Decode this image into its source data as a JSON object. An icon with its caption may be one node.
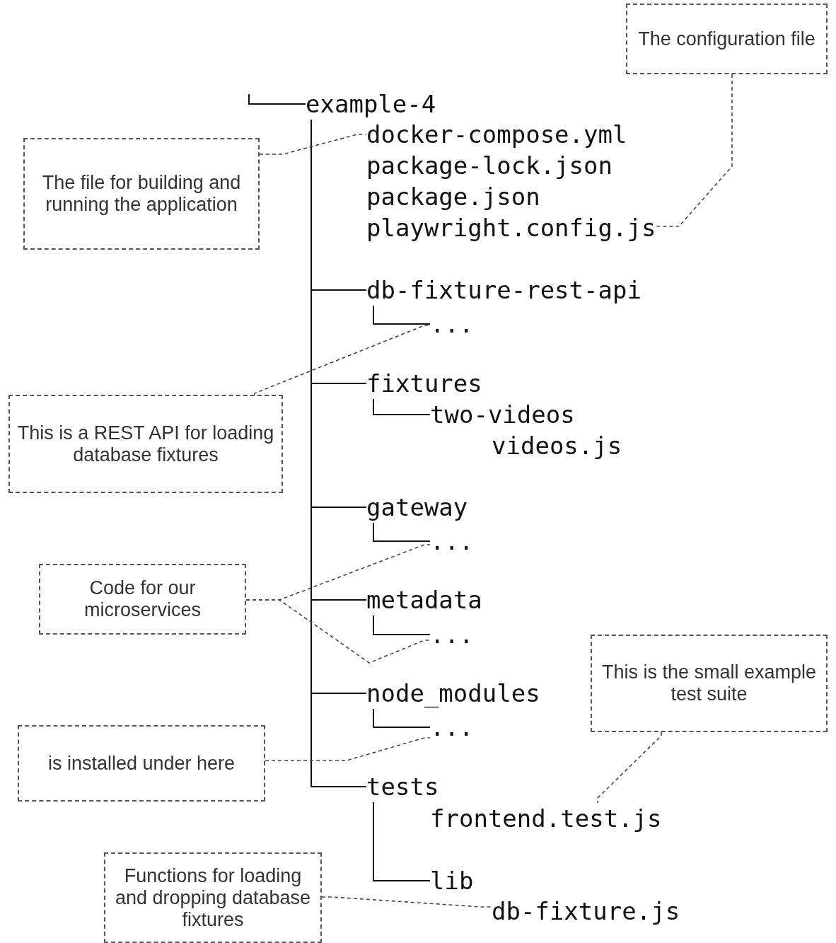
{
  "diagram": {
    "nodes": [
      {
        "text": [
          "The configuration file"
        ]
      },
      {
        "text": [
          "example-4"
        ]
      },
      {
        "text": [
          "The file for building and running the application"
        ]
      },
      {
        "text": [
          "docker-compose.yml"
        ]
      },
      {
        "text": [
          "package-lock.json"
        ]
      },
      {
        "text": [
          "package.json"
        ]
      },
      {
        "text": [
          "playwright.config.js"
        ]
      },
      {
        "text": [
          "db-fixture-rest-api"
        ]
      },
      {
        "text": [
          "..."
        ]
      },
      {
        "text": [
          "This is a REST API for loading database fixtures"
        ]
      },
      {
        "text": [
          "fixtures"
        ]
      },
      {
        "text": [
          "two-videos"
        ]
      },
      {
        "text": [
          "videos.js"
        ]
      },
      {
        "text": [
          "gateway"
        ]
      },
      {
        "text": [
          "..."
        ]
      },
      {
        "text": [
          "Code for our microservices"
        ]
      },
      {
        "text": [
          "metadata"
        ]
      },
      {
        "text": [
          "..."
        ]
      },
      {
        "text": [
          "node_modules"
        ]
      },
      {
        "text": [
          "..."
        ]
      },
      {
        "text": [
          "This is the small example test suite"
        ]
      },
      {
        "text": [
          "is installed under here"
        ]
      },
      {
        "text": [
          "tests"
        ]
      },
      {
        "text": [
          "frontend.test.js"
        ]
      },
      {
        "text": [
          "lib"
        ]
      },
      {
        "text": [
          "Functions for loading and dropping database fixtures"
        ]
      },
      {
        "text": [
          "db-fixture.js"
        ]
      }
    ],
    "edges": [
      {
        "from": null,
        "to": 1,
        "arrow": "none"
      },
      {
        "from": 1,
        "to": 7,
        "arrow": "none"
      },
      {
        "from": 1,
        "to": 10,
        "arrow": "none"
      },
      {
        "from": 1,
        "to": 13,
        "arrow": "none"
      },
      {
        "from": 1,
        "to": 16,
        "arrow": "none"
      },
      {
        "from": 1,
        "to": 18,
        "arrow": "none"
      },
      {
        "from": 1,
        "to": 22,
        "arrow": "none"
      },
      {
        "from": 7,
        "to": 8,
        "arrow": "none"
      },
      {
        "from": 10,
        "to": 11,
        "arrow": "none"
      },
      {
        "from": 13,
        "to": 14,
        "arrow": "none"
      },
      {
        "from": 16,
        "to": 17,
        "arrow": "none"
      },
      {
        "from": 18,
        "to": 19,
        "arrow": "none"
      },
      {
        "from": 22,
        "to": 24,
        "arrow": "none"
      },
      {
        "from": 2,
        "to": 3,
        "arrow": "none",
        "style": "dashed"
      },
      {
        "from": 0,
        "to": 6,
        "arrow": "none",
        "style": "dashed"
      },
      {
        "from": 9,
        "to": 8,
        "arrow": "none",
        "style": "dashed"
      },
      {
        "from": 15,
        "to": 14,
        "arrow": "none",
        "style": "dashed"
      },
      {
        "from": 15,
        "to": 17,
        "arrow": "none",
        "style": "dashed"
      },
      {
        "from": 21,
        "to": 19,
        "arrow": "none",
        "style": "dashed"
      },
      {
        "from": 20,
        "to": 23,
        "arrow": "none",
        "style": "dashed"
      },
      {
        "from": 25,
        "to": 26,
        "arrow": "none",
        "style": "dashed"
      }
    ]
  }
}
